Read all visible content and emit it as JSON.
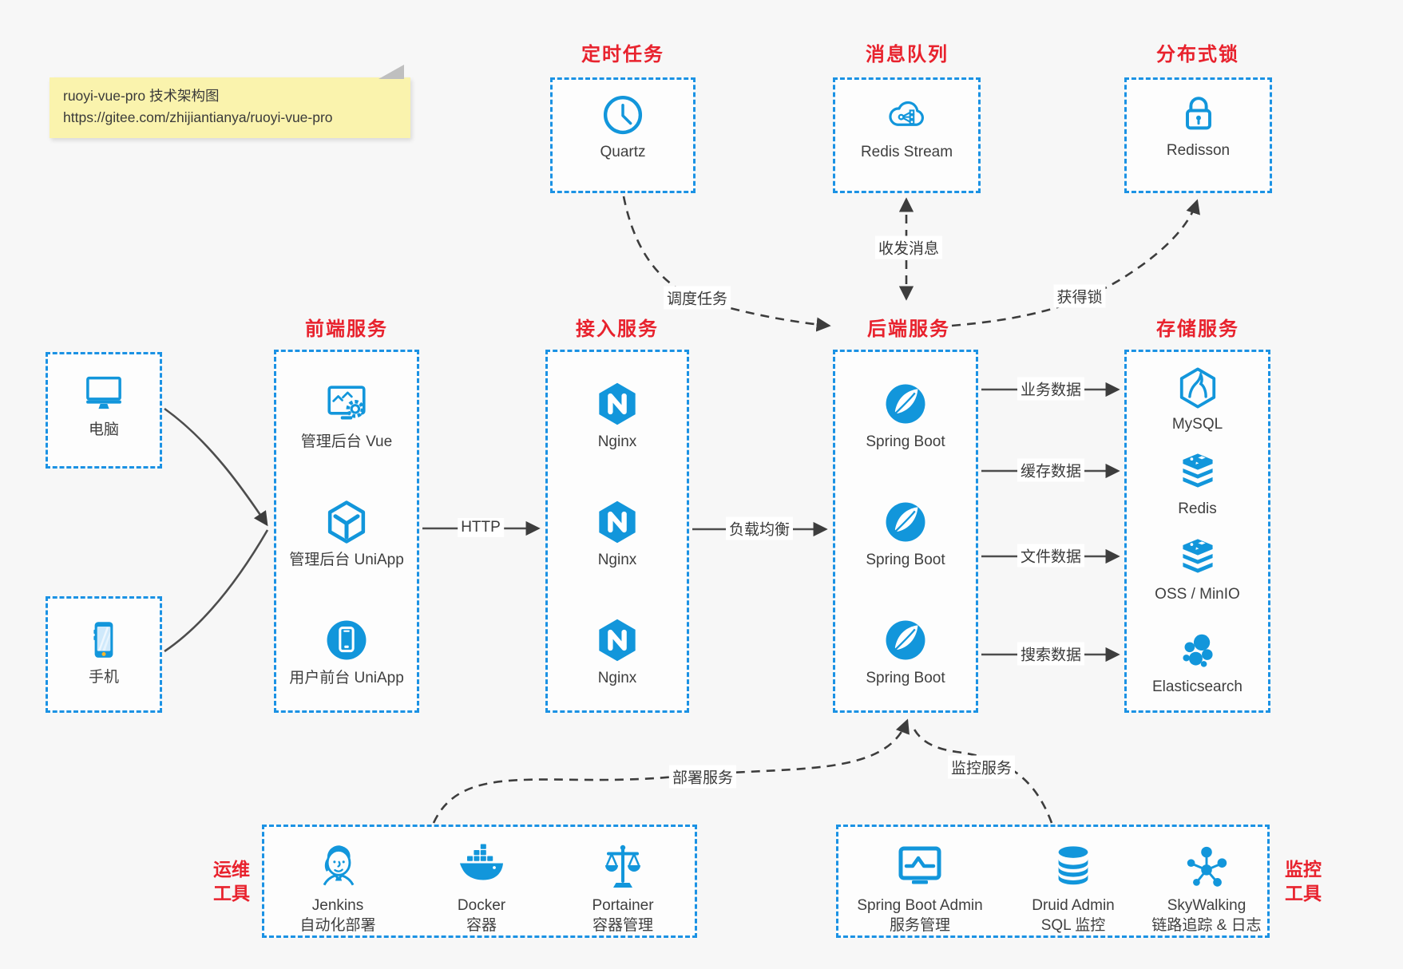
{
  "note": {
    "line1": "ruoyi-vue-pro 技术架构图",
    "line2": "https://gitee.com/zhijiantianya/ruoyi-vue-pro"
  },
  "top_groups": [
    {
      "title": "定时任务",
      "item": {
        "label": "Quartz",
        "icon": "clock-icon"
      }
    },
    {
      "title": "消息队列",
      "item": {
        "label": "Redis Stream",
        "icon": "cloud-stream-icon"
      }
    },
    {
      "title": "分布式锁",
      "item": {
        "label": "Redisson",
        "icon": "lock-icon"
      }
    }
  ],
  "clients": [
    {
      "label": "电脑",
      "icon": "desktop-icon"
    },
    {
      "label": "手机",
      "icon": "smartphone-icon"
    }
  ],
  "columns": [
    {
      "title": "前端服务",
      "items": [
        {
          "label": "管理后台 Vue",
          "icon": "admin-vue-icon"
        },
        {
          "label": "管理后台 UniApp",
          "icon": "uniapp-cube-icon"
        },
        {
          "label": "用户前台 UniApp",
          "icon": "user-uniapp-icon"
        }
      ]
    },
    {
      "title": "接入服务",
      "items": [
        {
          "label": "Nginx",
          "icon": "nginx-icon"
        },
        {
          "label": "Nginx",
          "icon": "nginx-icon"
        },
        {
          "label": "Nginx",
          "icon": "nginx-icon"
        }
      ]
    },
    {
      "title": "后端服务",
      "items": [
        {
          "label": "Spring Boot",
          "icon": "spring-icon"
        },
        {
          "label": "Spring Boot",
          "icon": "spring-icon"
        },
        {
          "label": "Spring Boot",
          "icon": "spring-icon"
        }
      ]
    },
    {
      "title": "存储服务",
      "items": [
        {
          "label": "MySQL",
          "icon": "mysql-icon"
        },
        {
          "label": "Redis",
          "icon": "redis-stack-icon"
        },
        {
          "label": "OSS / MinIO",
          "icon": "redis-stack-icon"
        },
        {
          "label": "Elasticsearch",
          "icon": "elasticsearch-icon"
        }
      ]
    }
  ],
  "bottom": {
    "ops": {
      "label_line1": "运维",
      "label_line2": "工具",
      "items": [
        {
          "name": "Jenkins",
          "desc": "自动化部署",
          "icon": "jenkins-icon"
        },
        {
          "name": "Docker",
          "desc": "容器",
          "icon": "docker-icon"
        },
        {
          "name": "Portainer",
          "desc": "容器管理",
          "icon": "portainer-icon"
        }
      ]
    },
    "monitor": {
      "label_line1": "监控",
      "label_line2": "工具",
      "items": [
        {
          "name": "Spring Boot Admin",
          "desc": "服务管理",
          "icon": "admin-monitor-icon"
        },
        {
          "name": "Druid Admin",
          "desc": "SQL 监控",
          "icon": "database-icon"
        },
        {
          "name": "SkyWalking",
          "desc": "链路追踪 & 日志",
          "icon": "skywalking-icon"
        }
      ]
    }
  },
  "edges": {
    "http": "HTTP",
    "load_balance": "负载均衡",
    "business": "业务数据",
    "cache": "缓存数据",
    "file": "文件数据",
    "search": "搜索数据",
    "schedule": "调度任务",
    "message": "收发消息",
    "lock": "获得锁",
    "deploy": "部署服务",
    "monitor": "监控服务"
  },
  "colors": {
    "icon_blue": "#1296db",
    "border_blue": "#1b92e4",
    "title_red": "#e8222d",
    "line_dark": "#474747",
    "note_yellow": "#faf3ad",
    "background": "#f7f7f7"
  }
}
